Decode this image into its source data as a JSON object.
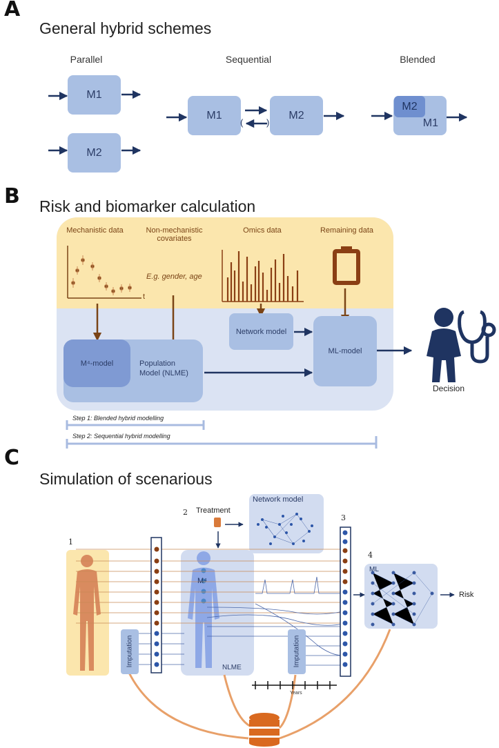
{
  "panels": {
    "a": "A",
    "b": "B",
    "c": "C"
  },
  "sectionA": {
    "title": "General hybrid schemes",
    "parallel": "Parallel",
    "sequential": "Sequential",
    "blended": "Blended",
    "m1": "M1",
    "m2": "M2",
    "paren_open": "(",
    "paren_close": ")"
  },
  "sectionB": {
    "title": "Risk and biomarker calculation",
    "mech_data": "Mechanistic data",
    "t_axis": "t",
    "nonmech": "Non-mechanistic covariates",
    "eg": "E.g. gender, age",
    "omics": "Omics data",
    "remaining": "Remaining data",
    "network_model": "Network model",
    "m4": "M⁴-model",
    "population": "Population Model (NLME)",
    "ml_model": "ML-model",
    "decision": "Decision",
    "step1": "Step 1: Blended hybrid modelling",
    "step2": "Step 2: Sequential hybrid modelling"
  },
  "sectionC": {
    "title": "Simulation of scenarious",
    "n1": "1",
    "n2": "2",
    "treatment": "Treatment",
    "network_model": "Network model",
    "n3": "3",
    "n4": "4",
    "m4": "M⁴",
    "ml": "ML",
    "risk": "Risk",
    "imputation": "Imputation",
    "nlme": "NLME",
    "years": "Years"
  },
  "colors": {
    "box_blue": "#a9bfe3",
    "box_dark": "#7f9ad3",
    "bg_yellow": "#fbe6ad",
    "bg_blue": "#dbe3f3",
    "brown": "#7a4416",
    "navy": "#1f3461",
    "orange": "#e8a069"
  }
}
